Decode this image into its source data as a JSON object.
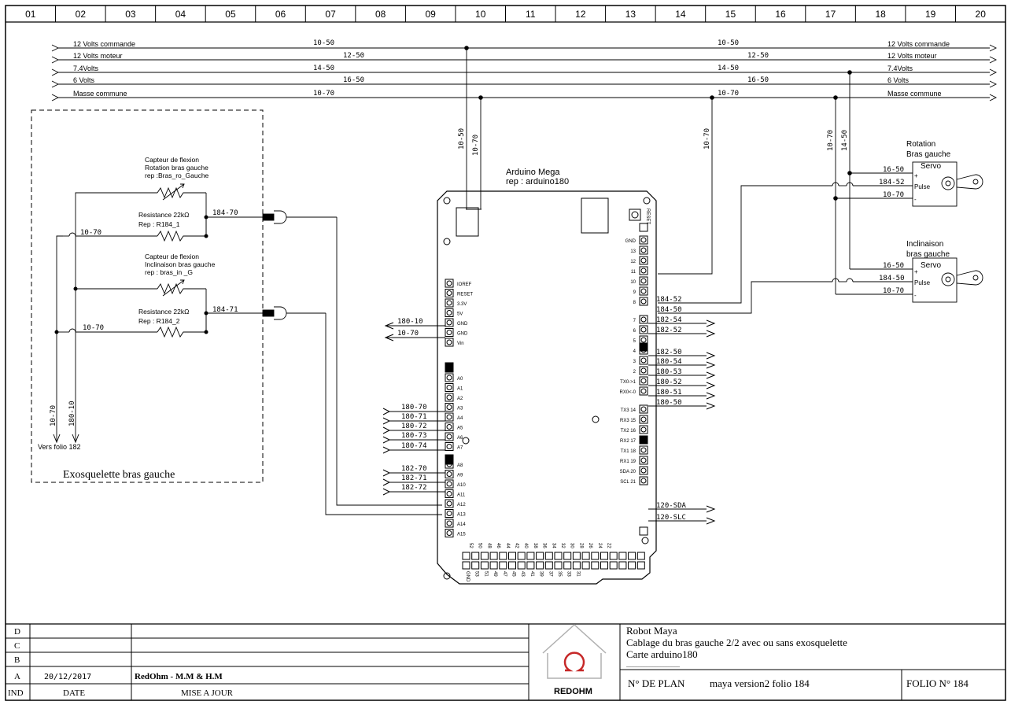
{
  "columns": [
    "01",
    "02",
    "03",
    "04",
    "05",
    "06",
    "07",
    "08",
    "09",
    "10",
    "11",
    "12",
    "13",
    "14",
    "15",
    "16",
    "17",
    "18",
    "19",
    "20"
  ],
  "rails": [
    {
      "left": "12 Volts commande",
      "right": "12 Volts commande",
      "refs": [
        "10-50",
        "10-50"
      ]
    },
    {
      "left": "12 Volts moteur",
      "right": "12 Volts moteur",
      "refs": [
        "12-50",
        "12-50"
      ]
    },
    {
      "left": "7.4Volts",
      "right": "7.4Volts",
      "refs": [
        "14-50",
        "14-50"
      ]
    },
    {
      "left": "6 Volts",
      "right": "6 Volts",
      "refs": [
        "16-50",
        "16-50"
      ]
    },
    {
      "left": "Masse commune",
      "right": "Masse commune",
      "refs": [
        "10-70",
        "10-70"
      ]
    }
  ],
  "exo": {
    "box_label": "Exosquelette bras gauche",
    "sensor1": [
      "Capteur de flexion",
      "Rotation bras gauche",
      "rep :Bras_ro_Gauche"
    ],
    "res1": [
      "Resistance 22kΩ",
      "Rep : R184_1"
    ],
    "sensor2": [
      "Capteur de flexion",
      "Inclinaison bras gauche",
      "rep : bras_in _G"
    ],
    "res2": [
      "Resistance 22kΩ",
      "Rep : R184_2"
    ],
    "ref_1070": "10-70",
    "ref_18010": "180-10",
    "wire1": "184-70",
    "wire2": "184-71",
    "vers": "Vers folio 182"
  },
  "arduino": {
    "title": "Arduino Mega",
    "rep": "rep : arduino180",
    "reset": "RESET",
    "drop1": "10-50",
    "drop2": "10-70",
    "drop3": "10-70",
    "power_pins": [
      "IOREF",
      "RESET",
      "3.3V",
      "5V",
      "GND",
      "GND",
      "Vin"
    ],
    "power_refs": [
      "180-10",
      "10-70"
    ],
    "analog_pins": [
      "A0",
      "A1",
      "A2",
      "A3",
      "A4",
      "A5",
      "A6",
      "A7",
      "A8",
      "A9",
      "A10",
      "A11",
      "A12",
      "A13",
      "A14",
      "A15"
    ],
    "analog_refs": [
      "180-70",
      "180-71",
      "180-72",
      "180-73",
      "180-74",
      "182-70",
      "182-71",
      "182-72"
    ],
    "right_pins": [
      "GND",
      "13",
      "12",
      "11",
      "10",
      "9",
      "8",
      "7",
      "6",
      "5",
      "4",
      "3",
      "2",
      "TX0->1",
      "RX0<-0",
      "TX3 14",
      "RX3 15",
      "TX2 16",
      "RX2 17",
      "TX1 18",
      "RX1 19",
      "SDA 20",
      "SCL 21"
    ],
    "right_refs": [
      "184-52",
      "184-50",
      "182-54",
      "182-52",
      "182-50",
      "180-54",
      "180-53",
      "180-52",
      "180-51",
      "180-50",
      "120-SDA",
      "120-SLC"
    ],
    "bottom_pins": [
      "52",
      "50",
      "48",
      "46",
      "44",
      "42",
      "40",
      "38",
      "36",
      "34",
      "32",
      "30",
      "28",
      "26",
      "24",
      "22"
    ],
    "bottom_pins2": [
      "GND",
      "53",
      "51",
      "49",
      "47",
      "45",
      "43",
      "41",
      "39",
      "37",
      "35",
      "33",
      "31"
    ]
  },
  "servos": [
    {
      "title": [
        "Rotation",
        "Bras gauche"
      ],
      "label": "Servo",
      "pins": [
        "+",
        "Pulse",
        "-"
      ],
      "refs": [
        "16-50",
        "184-52",
        "10-70"
      ]
    },
    {
      "title": [
        "Inclinaison",
        "bras gauche"
      ],
      "label": "Servo",
      "pins": [
        "+",
        "Pulse",
        "-"
      ],
      "refs": [
        "16-50",
        "184-50",
        "10-70"
      ]
    }
  ],
  "vertical_refs": [
    "10-70",
    "14-50"
  ],
  "title_block": {
    "rows": [
      {
        "ind": "D",
        "date": "",
        "maj": ""
      },
      {
        "ind": "C",
        "date": "",
        "maj": ""
      },
      {
        "ind": "B",
        "date": "",
        "maj": ""
      },
      {
        "ind": "A",
        "date": "20/12/2017",
        "maj": "RedOhm  -  M.M & H.M"
      }
    ],
    "head": {
      "ind": "IND",
      "date": "DATE",
      "maj": "MISE A JOUR"
    },
    "logo": "REDOHM",
    "project": "Robot Maya",
    "subject": "Cablage du bras gauche 2/2 avec ou sans exosquelette",
    "card": "Carte arduino180",
    "dots": "..................................",
    "plan_label": "N° DE PLAN",
    "plan_value": "maya version2 folio 184",
    "folio": "FOLIO N° 184"
  }
}
